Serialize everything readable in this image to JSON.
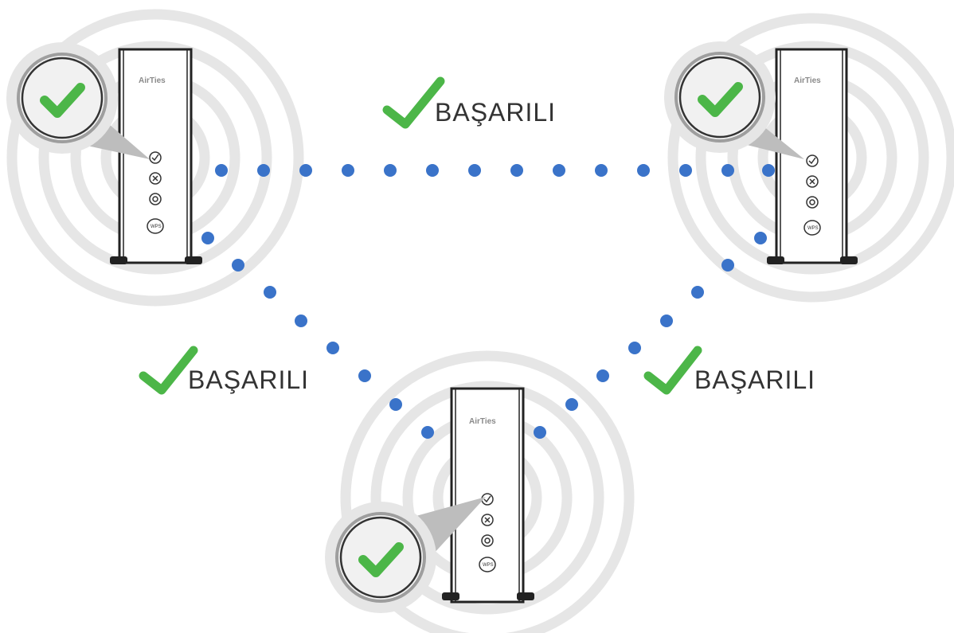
{
  "colors": {
    "link_dot": "#3a73c9",
    "check_green": "#4cb648",
    "ring_gray": "#e6e6e6",
    "device_outline": "#222222",
    "text": "#333333"
  },
  "links": [
    {
      "id": "top",
      "from": "device-left",
      "to": "device-right",
      "status_label": "BAŞARILI",
      "status_icon": "check-icon"
    },
    {
      "id": "left",
      "from": "device-left",
      "to": "device-bottom",
      "status_label": "BAŞARILI",
      "status_icon": "check-icon"
    },
    {
      "id": "right",
      "from": "device-right",
      "to": "device-bottom",
      "status_label": "BAŞARILI",
      "status_icon": "check-icon"
    }
  ],
  "devices": [
    {
      "id": "device-left",
      "brand": "AirTies",
      "status_icon": "check-icon",
      "led_icons": [
        "check-led-icon",
        "x-led-icon",
        "gear-led-icon"
      ],
      "button_label": "WPS"
    },
    {
      "id": "device-right",
      "brand": "AirTies",
      "status_icon": "check-icon",
      "led_icons": [
        "check-led-icon",
        "x-led-icon",
        "gear-led-icon"
      ],
      "button_label": "WPS"
    },
    {
      "id": "device-bottom",
      "brand": "AirTies",
      "status_icon": "check-icon",
      "led_icons": [
        "check-led-icon",
        "x-led-icon",
        "gear-led-icon"
      ],
      "button_label": "WPS"
    }
  ]
}
